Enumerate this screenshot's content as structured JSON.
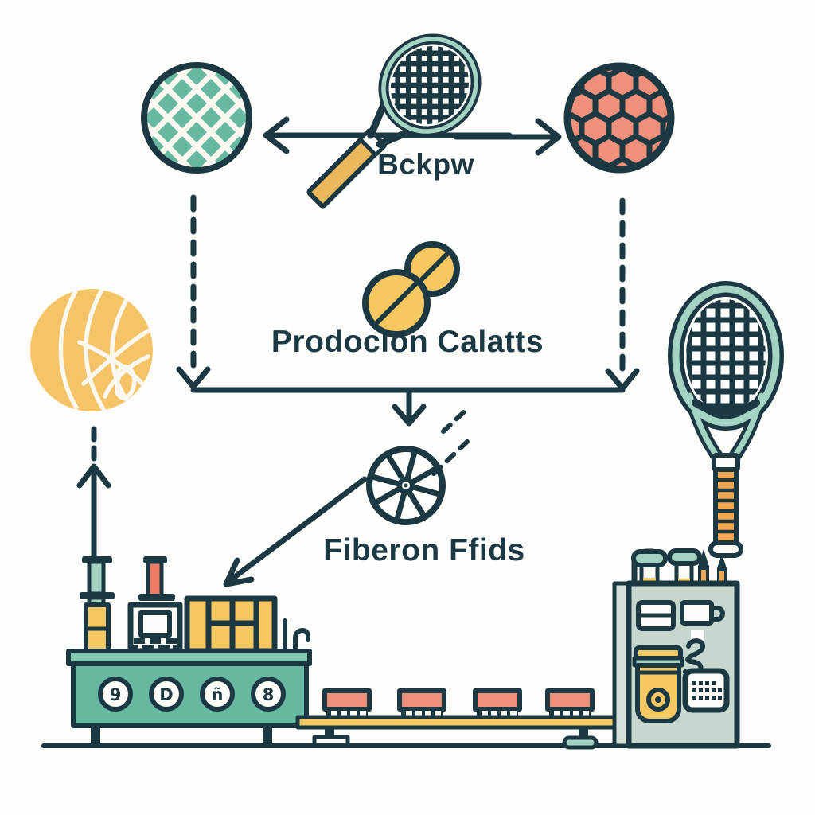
{
  "palette": {
    "bg": "#fdfdfb",
    "ink": "#1c3943",
    "teal": "#68b9a2",
    "teal_light": "#7fc7b0",
    "mint": "#a5d3c3",
    "sage": "#c6d8cd",
    "sage_light": "#d4e0d7",
    "coral": "#f0907a",
    "coral_deep": "#ee7b66",
    "yellow": "#f6c862",
    "yellow_soft": "#f5c468",
    "yellow_deep": "#eab85c",
    "orange": "#f2a74e",
    "paper": "#fbf8f2",
    "white": "#fdfcf8"
  },
  "labels": {
    "racket_arrow_label": "Bckpw",
    "production_label": "Prodoclon Calatts",
    "fiber_label": "Fiberon Ffids"
  },
  "machine_left": {
    "dial_glyphs": [
      "9",
      "D",
      "ñ",
      "8"
    ]
  },
  "icons": {
    "lattice_ball": "circle-with-diamond-lattice",
    "honeycomb_ball": "circle-with-hexagon-pattern",
    "diagonal_racket": "tennis-racket-diagonal",
    "upright_racket": "tennis-racket-vertical",
    "ball_pair": "two-slashed-tennis-balls",
    "yarn_ball": "yellow-yarn-ball",
    "spoked_wheel": "eight-spoke-wheel",
    "factory_machine": "teal-production-machine",
    "conveyor": "conveyor-belt-with-parts",
    "control_panel": "control-cabinet"
  }
}
